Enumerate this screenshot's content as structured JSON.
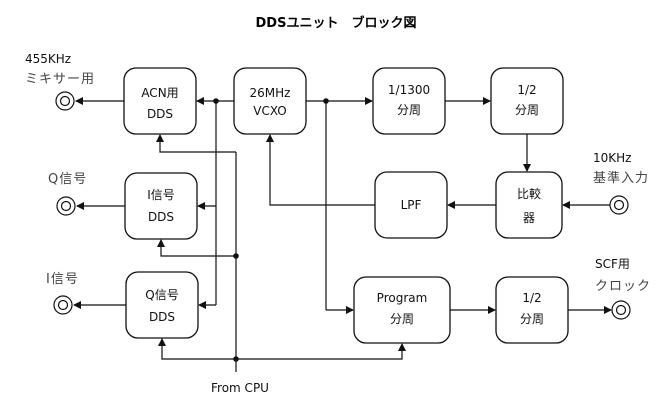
{
  "title": "DDSユニット　ブロック図",
  "blocks": {
    "acn_dds": {
      "line1": "ACN用",
      "line2": "DDS"
    },
    "vcxo": {
      "line1": "26MHz",
      "line2": "VCXO"
    },
    "div1300": {
      "line1": "1/1300",
      "line2": "分周"
    },
    "div2_top": {
      "line1": "1/2",
      "line2": "分周"
    },
    "comparator": {
      "line1": "比較",
      "line2": "器"
    },
    "lpf": {
      "line1": "LPF"
    },
    "i_dds": {
      "line1": "I信号",
      "line2": "DDS"
    },
    "q_dds": {
      "line1": "Q信号",
      "line2": "DDS"
    },
    "prog_div": {
      "line1": "Program",
      "line2": "分周"
    },
    "div2_bot": {
      "line1": "1/2",
      "line2": "分周"
    }
  },
  "ports": {
    "mixer_out": {
      "line1": "455KHz",
      "line2": "ミキサー用"
    },
    "q_out": {
      "line1": "Q信号"
    },
    "i_out": {
      "line1": "I信号"
    },
    "ref_in": {
      "line1": "10KHz",
      "line2": "基準入力"
    },
    "scf_out": {
      "line1": "SCF用",
      "line2": "クロック"
    }
  },
  "cpu_label": "From CPU"
}
